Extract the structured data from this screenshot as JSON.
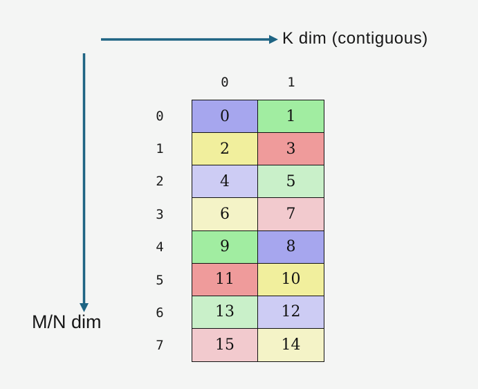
{
  "labels": {
    "k_dim": "K dim (contiguous)",
    "mn_dim": "M/N dim"
  },
  "grid": {
    "col_headers": [
      "0",
      "1"
    ],
    "rows": [
      {
        "label": "0",
        "cells": [
          {
            "value": "0",
            "color": "purple"
          },
          {
            "value": "1",
            "color": "green"
          }
        ]
      },
      {
        "label": "1",
        "cells": [
          {
            "value": "2",
            "color": "yellow"
          },
          {
            "value": "3",
            "color": "salmon"
          }
        ]
      },
      {
        "label": "2",
        "cells": [
          {
            "value": "4",
            "color": "lt_purple"
          },
          {
            "value": "5",
            "color": "lt_green"
          }
        ]
      },
      {
        "label": "3",
        "cells": [
          {
            "value": "6",
            "color": "lt_yellow"
          },
          {
            "value": "7",
            "color": "lt_pink"
          }
        ]
      },
      {
        "label": "4",
        "cells": [
          {
            "value": "9",
            "color": "green"
          },
          {
            "value": "8",
            "color": "purple"
          }
        ]
      },
      {
        "label": "5",
        "cells": [
          {
            "value": "11",
            "color": "salmon"
          },
          {
            "value": "10",
            "color": "yellow"
          }
        ]
      },
      {
        "label": "6",
        "cells": [
          {
            "value": "13",
            "color": "lt_green"
          },
          {
            "value": "12",
            "color": "lt_purple"
          }
        ]
      },
      {
        "label": "7",
        "cells": [
          {
            "value": "15",
            "color": "lt_pink"
          },
          {
            "value": "14",
            "color": "lt_yellow"
          }
        ]
      }
    ]
  },
  "colors": {
    "background": "#f4f5f4",
    "arrow": "#1e6483",
    "border": "#111111",
    "purple": "#a6a6ee",
    "green": "#a1eda1",
    "yellow": "#f1ef9d",
    "salmon": "#ef9b9b",
    "lt_purple": "#cdccf4",
    "lt_green": "#c9f0c9",
    "lt_yellow": "#f4f3c7",
    "lt_pink": "#f2cace"
  }
}
